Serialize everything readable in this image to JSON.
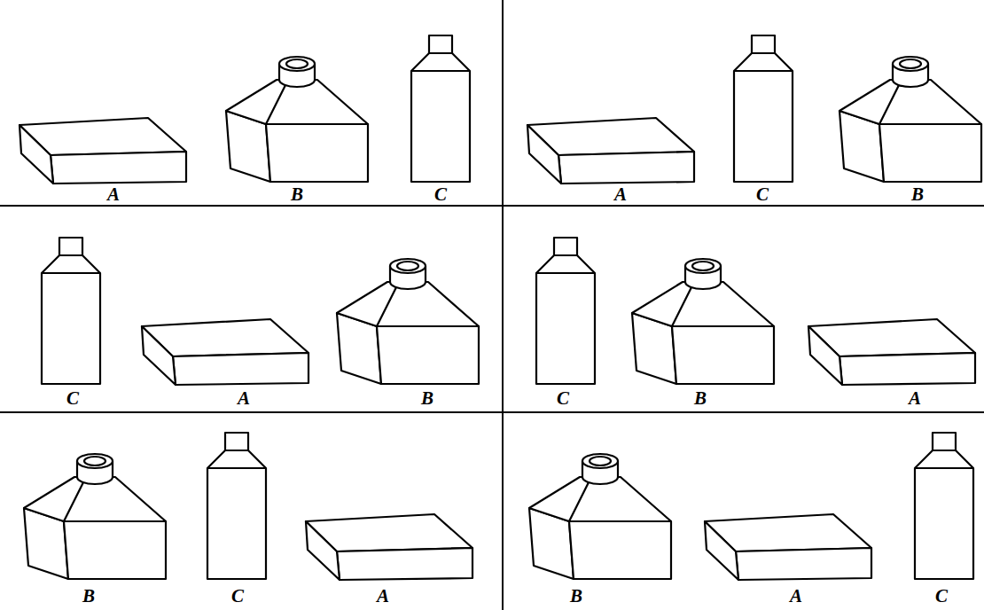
{
  "diagram": {
    "labels": [
      "A",
      "B",
      "C",
      "A",
      "C",
      "B",
      "C",
      "A",
      "B",
      "C",
      "B",
      "A",
      "B",
      "C",
      "A",
      "B",
      "A",
      "C"
    ]
  }
}
